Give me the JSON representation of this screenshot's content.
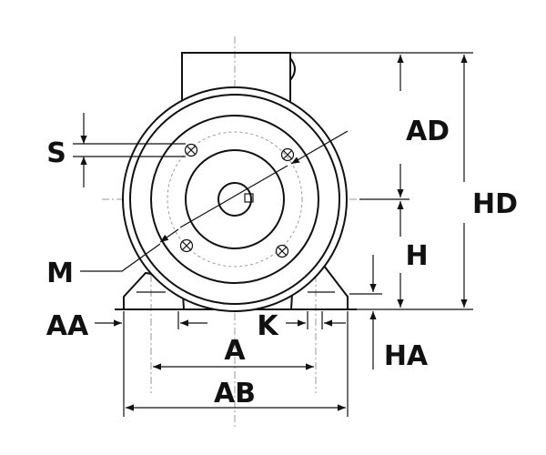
{
  "labels": {
    "S": "S",
    "M": "M",
    "AA": "AA",
    "A": "A",
    "AB": "AB",
    "K": "K",
    "AD": "AD",
    "H": "H",
    "HD": "HD",
    "HA": "HA"
  },
  "colors": {
    "line": "#111111",
    "centerline": "#9a9a9a"
  }
}
